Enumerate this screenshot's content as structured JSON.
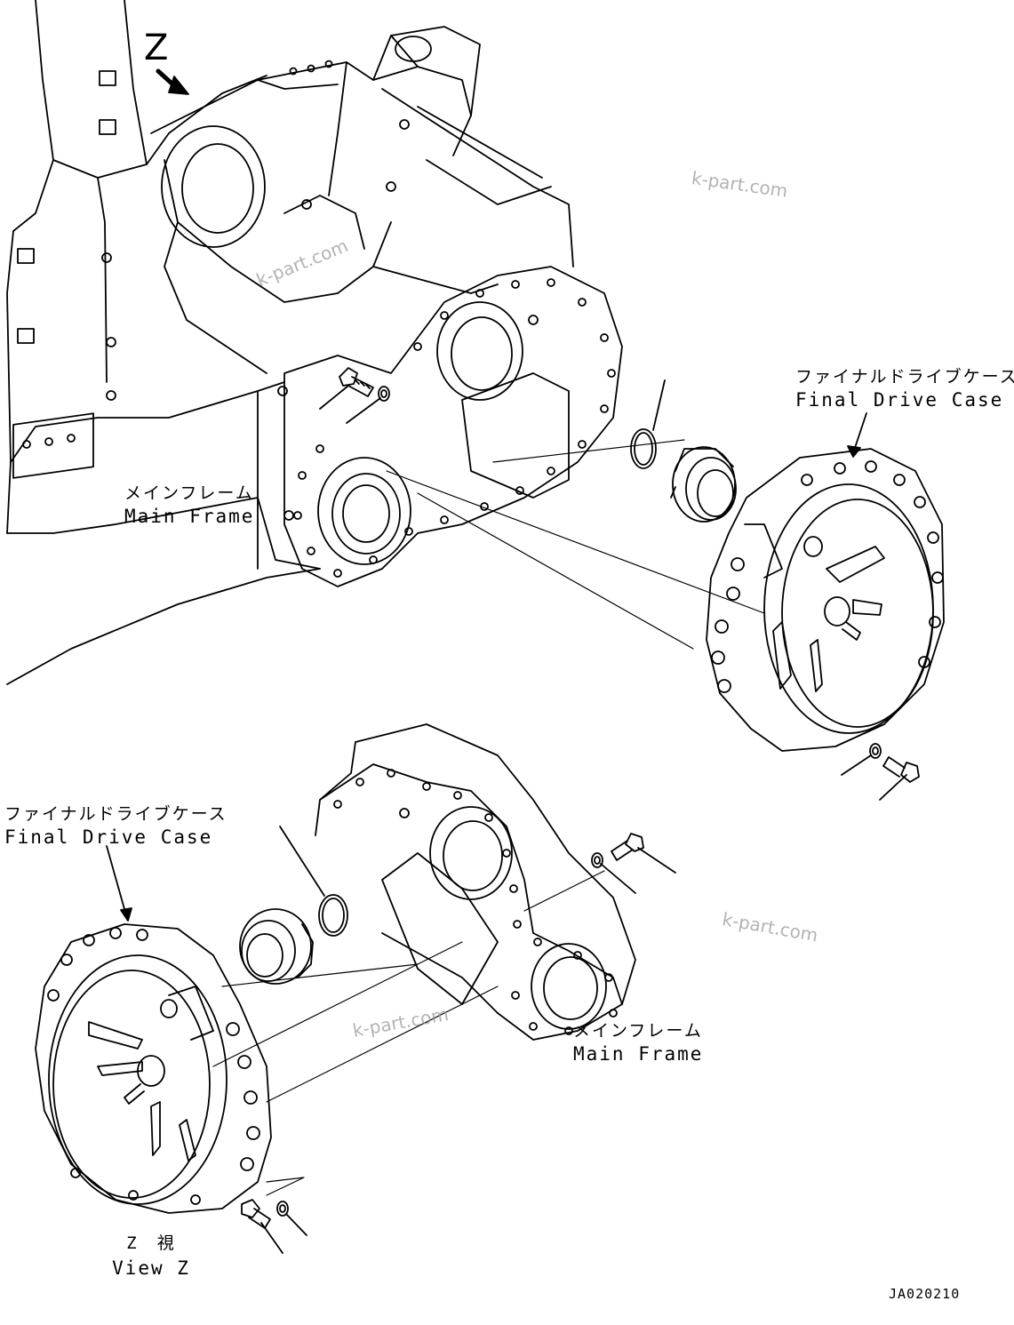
{
  "labels": {
    "view_z_marker": "Z",
    "final_drive_case_top_jp": "ファイナルドライブケース",
    "final_drive_case_top_en": "Final Drive Case",
    "main_frame_top_jp": "メインフレーム",
    "main_frame_top_en": "Main Frame",
    "final_drive_case_bottom_jp": "ファイナルドライブケース",
    "final_drive_case_bottom_en": "Final Drive Case",
    "main_frame_bottom_jp": "メインフレーム",
    "main_frame_bottom_en": "Main Frame",
    "view_z_jp": "Z　視",
    "view_z_en": "View Z",
    "drawing_code": "JA020210"
  },
  "watermarks": [
    "k-part.com",
    "k-part.com",
    "k-part.com",
    "k-part.com"
  ]
}
